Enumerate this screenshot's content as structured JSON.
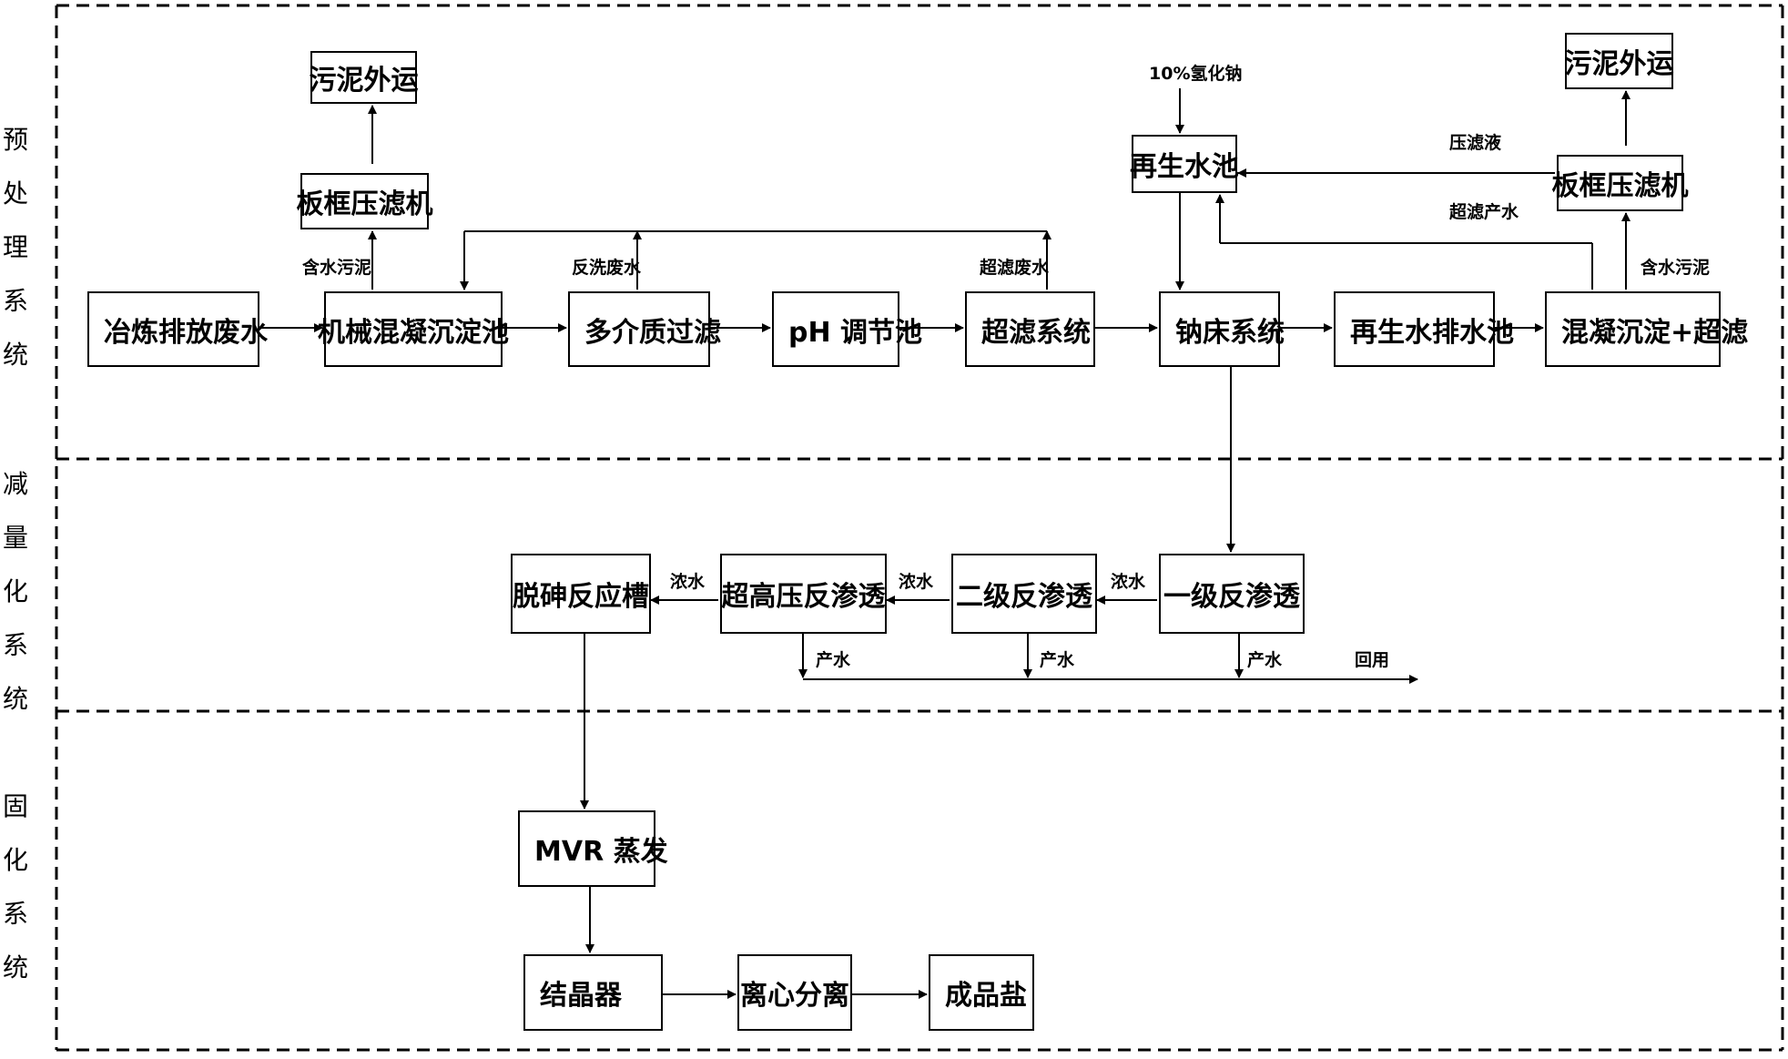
{
  "sections": [
    {
      "id": "pretreat",
      "label": "预处理系统"
    },
    {
      "id": "reduction",
      "label": "减量化系统"
    },
    {
      "id": "solidify",
      "label": "固化系统"
    }
  ],
  "nodes": {
    "smelt_wastewater": "冶炼排放废水",
    "mech_coag_tank": "机械混凝沉淀池",
    "multimedia_filter": "多介质过滤",
    "ph_tank": "pH 调节池",
    "uf_system": "超滤系统",
    "sodium_bed": "钠床系统",
    "regen_drain_tank": "再生水排水池",
    "coag_uf": "混凝沉淀+超滤",
    "filter_press_1": "板框压滤机",
    "sludge_out_1": "污泥外运",
    "regen_tank": "再生水池",
    "filter_press_2": "板框压滤机",
    "sludge_out_2": "污泥外运",
    "ro_1": "一级反渗透",
    "ro_2": "二级反渗透",
    "uhpro": "超高压反渗透",
    "dearsenic": "脱砷反应槽",
    "mvr": "MVR 蒸发",
    "crystallizer": "结晶器",
    "centrifuge": "离心分离",
    "salt": "成品盐"
  },
  "labels": {
    "wet_sludge_1": "含水污泥",
    "backwash": "反洗废水",
    "uf_waste": "超滤废水",
    "naoh": "10%氢化钠",
    "filtrate": "压滤液",
    "uf_product": "超滤产水",
    "wet_sludge_2": "含水污泥",
    "conc_1": "浓水",
    "conc_2": "浓水",
    "conc_3": "浓水",
    "product_1": "产水",
    "product_2": "产水",
    "product_3": "产水",
    "reuse": "回用"
  }
}
